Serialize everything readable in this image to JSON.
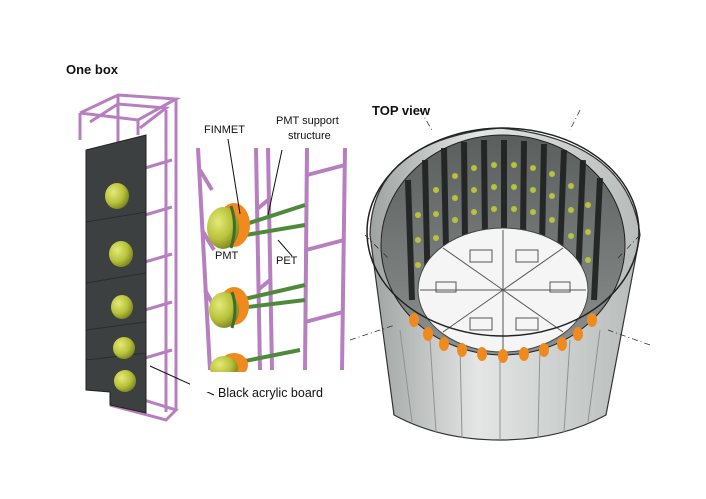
{
  "labels": {
    "one_box": "One box",
    "top_view": "TOP view",
    "finmet": "FINMET",
    "pmt_support_line1": "PMT support",
    "pmt_support_line2": "structure",
    "pmt": "PMT",
    "pet": "PET",
    "black_acrylic_board": "Black acrylic board"
  },
  "colors": {
    "frame": "#b77fbf",
    "board": "#3c4040",
    "pmt_bulb": "#b8c23a",
    "finmet": "#f08a1e",
    "green_tube": "#4e8a3a",
    "cylinder": "#d6d9d8"
  }
}
